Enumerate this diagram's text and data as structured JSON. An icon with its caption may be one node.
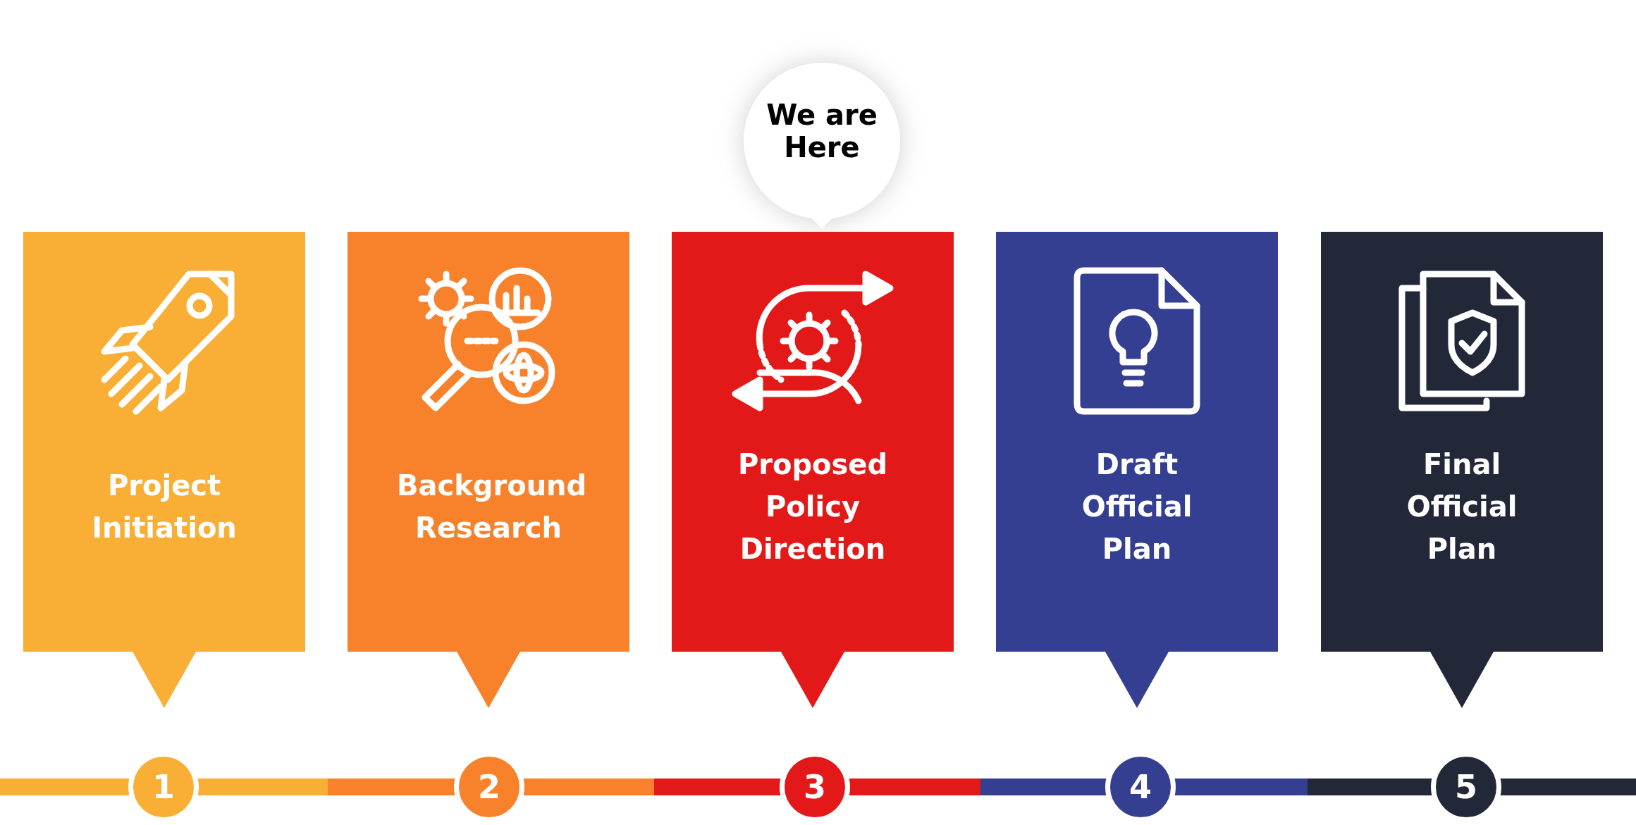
{
  "diagram": {
    "nodes": [
      {
        "text": [
          "We are Here"
        ]
      },
      {
        "text": [
          "Project Initiation"
        ]
      },
      {
        "text": [
          "Background Research"
        ]
      },
      {
        "text": [
          "Proposed Policy Direction"
        ]
      },
      {
        "text": [
          "Draft Official Plan"
        ]
      },
      {
        "text": [
          "Final Official Plan"
        ]
      },
      {
        "text": [
          "1"
        ]
      },
      {
        "text": [
          "2"
        ]
      },
      {
        "text": [
          "3"
        ]
      },
      {
        "text": [
          "4"
        ]
      },
      {
        "text": [
          "5"
        ]
      }
    ],
    "edges": []
  }
}
